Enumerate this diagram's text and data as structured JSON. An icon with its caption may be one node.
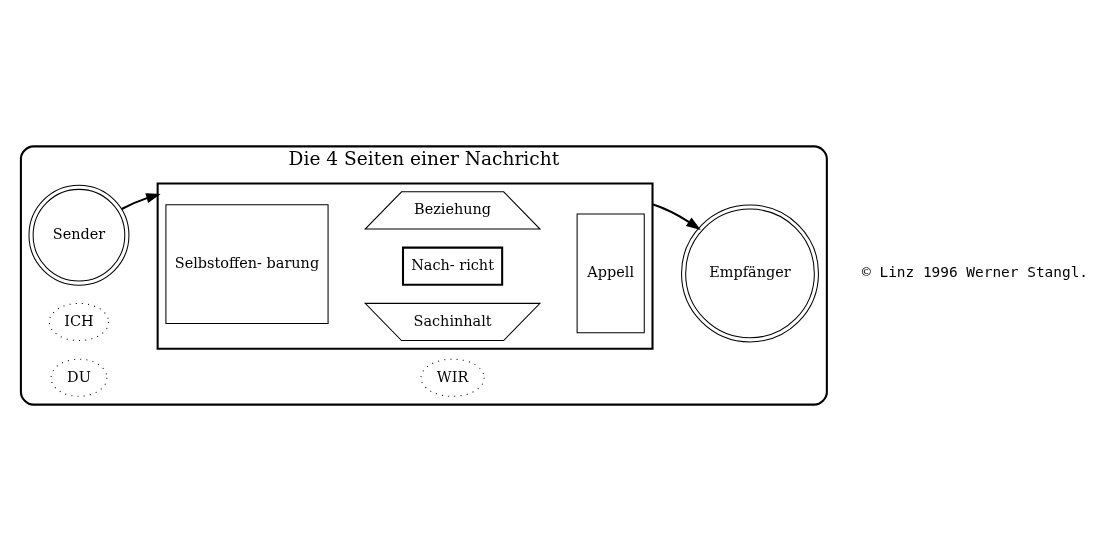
{
  "diagram": {
    "nodes": [
      {
        "text": [
          "Die 4 Seiten einer Nachricht"
        ]
      },
      {
        "text": [
          "Sender"
        ],
        "in": 0
      },
      {
        "text": [],
        "shape": "box",
        "in": 0
      },
      {
        "text": [
          "Sachinhalt"
        ],
        "in": 2
      },
      {
        "text": [
          "ICH"
        ],
        "in": 0
      },
      {
        "text": [
          "Selbstoffen- barung"
        ],
        "in": 2
      },
      {
        "text": [
          "Nach- richt"
        ],
        "in": 2
      },
      {
        "text": [
          "Appell"
        ],
        "in": 2
      },
      {
        "text": [
          "Beziehung"
        ],
        "in": 2
      },
      {
        "text": [
          "DU"
        ],
        "in": 0
      },
      {
        "text": [
          "WIR"
        ],
        "in": 0
      },
      {
        "text": [
          "Empfänger"
        ],
        "in": 0
      }
    ],
    "edges": [
      {
        "from": 1,
        "to": 2,
        "arrow": "to"
      },
      {
        "from": 2,
        "to": 11,
        "arrow": "to"
      }
    ],
    "labels": [
      "© Linz 1996 Werner Stangl."
    ]
  }
}
